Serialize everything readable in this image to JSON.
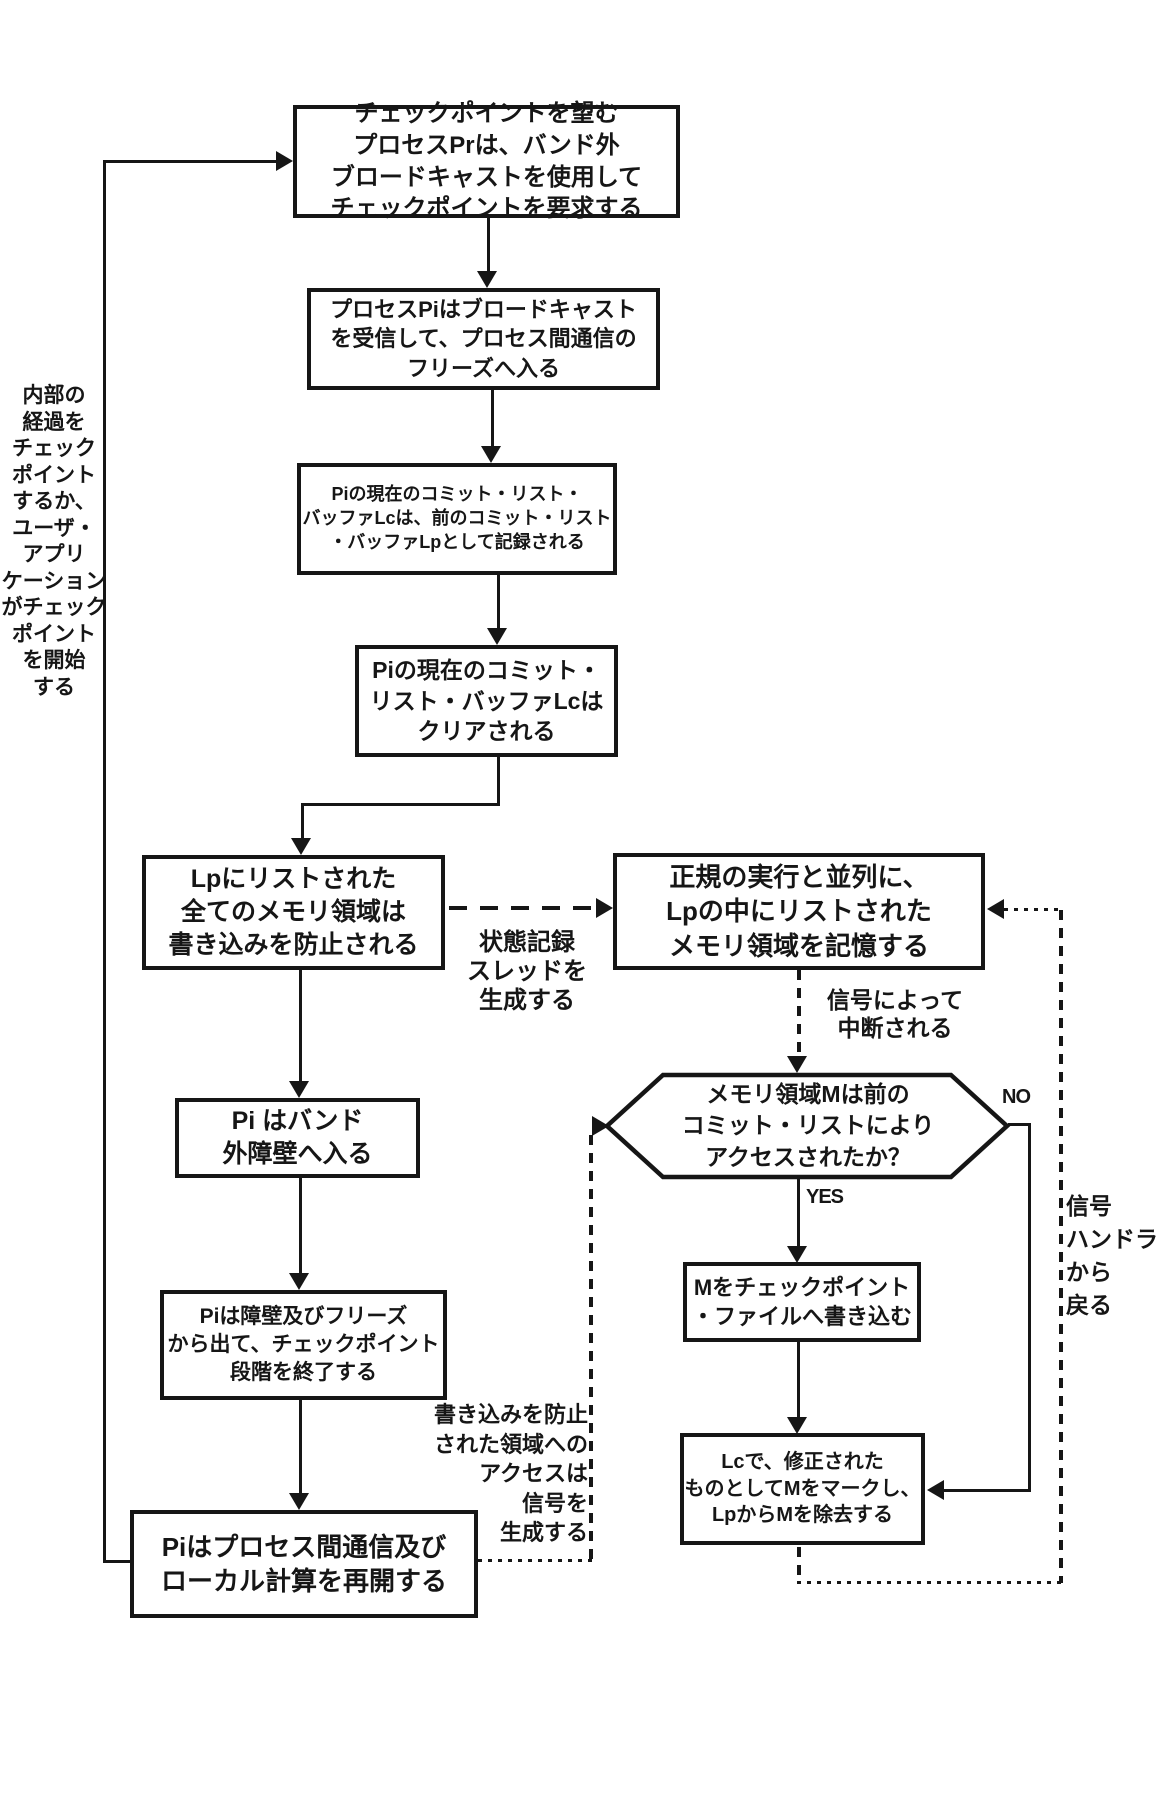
{
  "diagram": {
    "title_meaning": "checkpoint-process-flowchart",
    "colors": {
      "ink": "#161616",
      "paper": "#ffffff"
    },
    "left_note": {
      "lines": [
        "内部の",
        "経過を",
        "チェック",
        "ポイント",
        "するか、",
        "ユーザ・",
        "アプリ",
        "ケーション",
        "がチェック",
        "ポイント",
        "を開始",
        "する"
      ]
    },
    "boxes": {
      "request_checkpoint": {
        "lines": [
          "チェックポイントを望む",
          "プロセスPrは、バンド外",
          "ブロードキャストを使用して",
          "チェックポイントを要求する"
        ]
      },
      "receive_broadcast": {
        "lines": [
          "プロセスPiはブロードキャスト",
          "を受信して、プロセス間通信の",
          "フリーズへ入る"
        ]
      },
      "record_lp": {
        "lines": [
          "Piの現在のコミット・リスト・",
          "バッファLcは、前のコミット・リスト",
          "・バッファLpとして記録される"
        ]
      },
      "clear_lc": {
        "lines": [
          "Piの現在のコミット・",
          "リスト・バッファLcは",
          "クリアされる"
        ]
      },
      "write_protect": {
        "lines": [
          "Lpにリストされた",
          "全てのメモリ領域は",
          "書き込みを防止される"
        ]
      },
      "store_regions": {
        "lines": [
          "正規の実行と並列に、",
          "Lpの中にリストされた",
          "メモリ領域を記憶する"
        ]
      },
      "enter_barrier": {
        "lines": [
          "Pi はバンド",
          "外障壁へ入る"
        ]
      },
      "exit_barrier": {
        "lines": [
          "Piは障壁及びフリーズ",
          "から出て、チェックポイント",
          "段階を終了する"
        ]
      },
      "resume_computation": {
        "lines": [
          "Piはプロセス間通信及び",
          "ローカル計算を再開する"
        ]
      },
      "decision_accessed": {
        "lines": [
          "メモリ領域Mは前の",
          "コミット・リストにより",
          "アクセスされたか？"
        ]
      },
      "write_m_to_file": {
        "lines": [
          "Mをチェックポイント",
          "・ファイルへ書き込む"
        ]
      },
      "mark_m_modified": {
        "lines": [
          "Lcで、修正された",
          "ものとしてMをマークし、",
          "LpからMを除去する"
        ]
      }
    },
    "edge_labels": {
      "spawn_thread": {
        "lines": [
          "状態記録",
          "スレッドを",
          "生成する"
        ]
      },
      "signal_interrupt": {
        "lines": [
          "信号によって",
          "中断される"
        ]
      },
      "signal_generate": {
        "lines": [
          "書き込みを防止",
          "された領域への",
          "アクセスは",
          "信号を",
          "生成する"
        ]
      },
      "handler_return": {
        "lines": [
          "信号",
          "ハンドラ",
          "から",
          "戻る"
        ]
      },
      "yes": "YES",
      "no": "NO"
    }
  }
}
